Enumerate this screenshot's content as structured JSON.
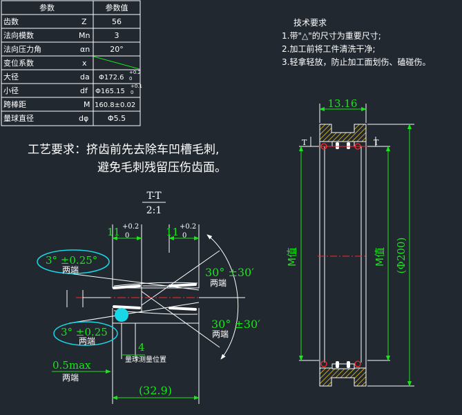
{
  "colors": {
    "background": "#212830",
    "white": "#ffffff",
    "green": "#19e619",
    "cyan": "#18d8e8",
    "yellow": "#f0c419",
    "red": "#ff2a2a"
  },
  "param_table": {
    "headers": [
      "参数",
      "参数值"
    ],
    "rows": [
      {
        "name": "齿数",
        "symbol": "Z",
        "value": "56"
      },
      {
        "name": "法向模数",
        "symbol": "Mn",
        "value": "3"
      },
      {
        "name": "法向压力角",
        "symbol": "αn",
        "value": "20°"
      },
      {
        "name": "变位系数",
        "symbol": "x",
        "value": ""
      },
      {
        "name": "大径",
        "symbol": "da",
        "value": "Φ172.6",
        "tol_upper": "+0.2",
        "tol_lower": "0"
      },
      {
        "name": "小径",
        "symbol": "df",
        "value": "Φ165.15",
        "tol_upper": "+0.1",
        "tol_lower": "0"
      },
      {
        "name": "跨棒距",
        "symbol": "M",
        "value": "160.8±0.02"
      },
      {
        "name": "量球直径",
        "symbol": "dφ",
        "value": "Φ5.5"
      }
    ]
  },
  "tech_requirements": {
    "title": "技术要求",
    "items": [
      "1.带\"△\"的尺寸为重要尺寸;",
      "2.加工前将工件清洗干净;",
      "3.轻拿轻放，防止加工面划伤、磕碰伤。"
    ]
  },
  "process_requirement": {
    "line1": "工艺要求：挤齿前先去除车凹槽毛刺,",
    "line2": "避免毛刺残留压伤齿面。"
  },
  "section_view": {
    "label": "T-T",
    "scale": "2:1",
    "dim_top_left": {
      "value": "11",
      "upper": "+0.2",
      "lower": "0"
    },
    "dim_top_right": {
      "value": "11",
      "upper": "+0.2",
      "lower": "0"
    },
    "angle_top_left": "3° ±0.25°",
    "angle_top_left_note": "两端",
    "angle_bottom_left": "3° ±0.25",
    "angle_bottom_left_note": "两端",
    "angle_right_top": "30° ±30′",
    "angle_right_top_note": "两端",
    "angle_right_bottom": "30° ±30′",
    "angle_right_bottom_note": "两端",
    "dim_4": "4",
    "dim_4_note": "量球测量位置",
    "dim_max": "0.5max",
    "dim_max_note": "两端",
    "dim_total": "(32.9)"
  },
  "main_view": {
    "width_dim": "13.16",
    "section_mark_left": "T",
    "section_mark_right": "T",
    "m_label_left": "M值",
    "m_label_right": "M值",
    "diameter": "(Φ200)"
  }
}
